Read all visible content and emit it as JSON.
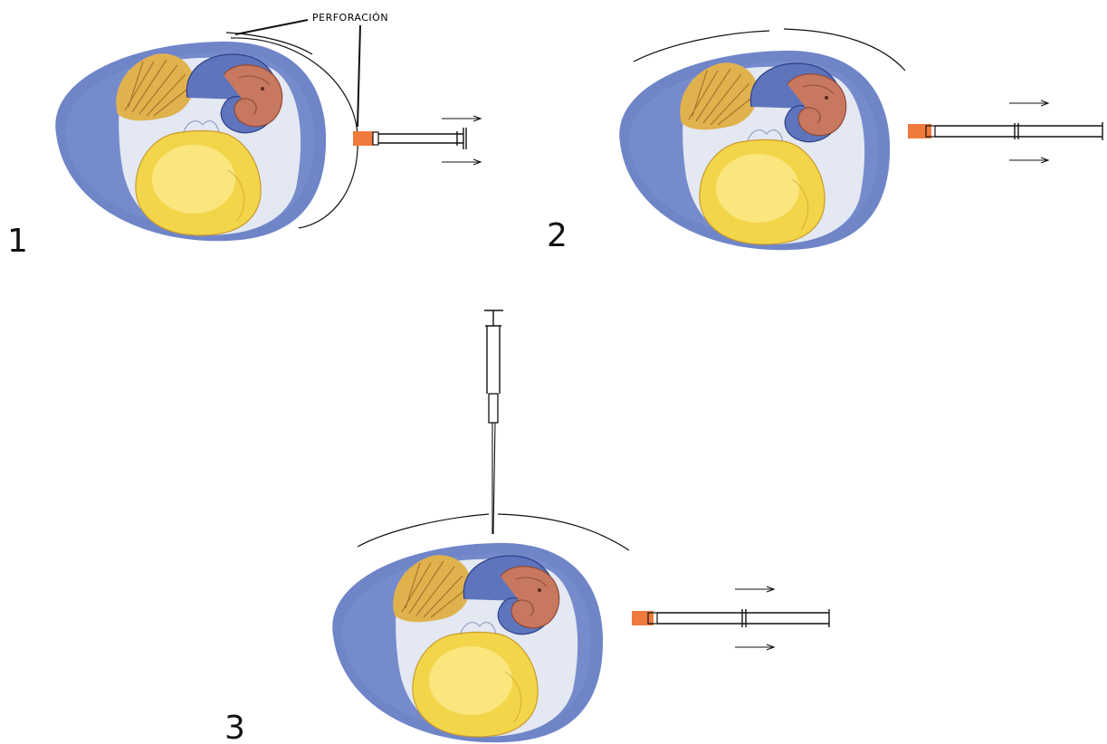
{
  "annotation": {
    "perforation": "PERFORACIÓN"
  },
  "panels": [
    {
      "number": "1"
    },
    {
      "number": "2"
    },
    {
      "number": "3"
    }
  ],
  "colors": {
    "albumen": "#6f85c8",
    "albumen_dark": "#5468ad",
    "air_space": "#e3e8f2",
    "yolk": "#f3d54a",
    "yolk_light": "#fff2a0",
    "yolk_dark": "#c99a2e",
    "embryo": "#c8785f",
    "embryo_dark": "#8d4a3a",
    "vessel_fan": "#e0b24e",
    "tape": "#ee7a3c",
    "ink": "#111111"
  },
  "icons": [
    "egg-embryo",
    "syringe",
    "arrow-right"
  ]
}
